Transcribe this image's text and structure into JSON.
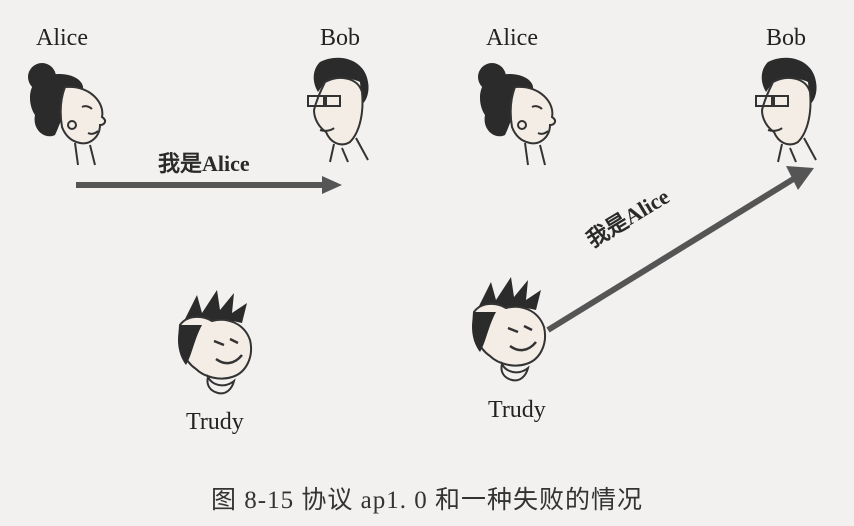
{
  "left_panel": {
    "alice_label": "Alice",
    "bob_label": "Bob",
    "trudy_label": "Trudy",
    "message": "我是Alice"
  },
  "right_panel": {
    "alice_label": "Alice",
    "bob_label": "Bob",
    "trudy_label": "Trudy",
    "message": "我是Alice"
  },
  "caption": "图 8-15   协议 ap1. 0 和一种失败的情况",
  "colors": {
    "arrow": "#555555",
    "ink": "#222222",
    "background": "#f2f1ef"
  },
  "icons": [
    "alice-face-icon",
    "bob-face-icon",
    "trudy-face-icon",
    "arrow-icon"
  ]
}
